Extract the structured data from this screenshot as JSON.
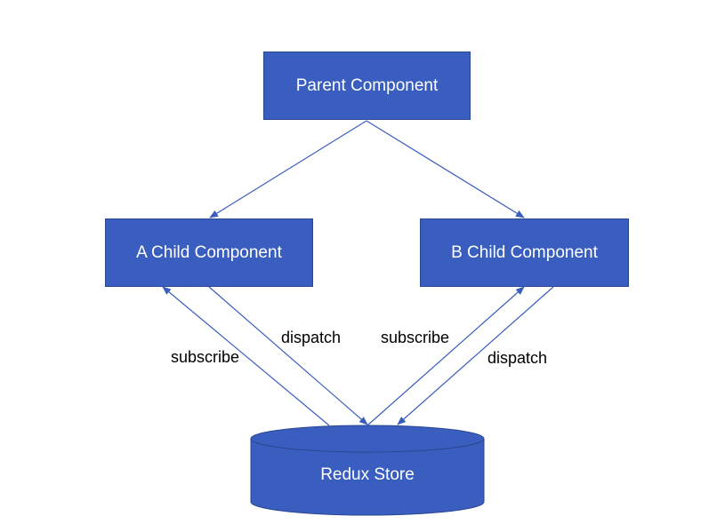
{
  "nodes": {
    "parent": "Parent Component",
    "child_a": "A Child Component",
    "child_b": "B Child Component",
    "store": "Redux Store"
  },
  "edges": {
    "a_subscribe": "subscribe",
    "a_dispatch": "dispatch",
    "b_subscribe": "subscribe",
    "b_dispatch": "dispatch"
  },
  "colors": {
    "node_fill": "#3a5ebf",
    "node_border": "#2a4791",
    "arrow": "#3a5ebf"
  }
}
